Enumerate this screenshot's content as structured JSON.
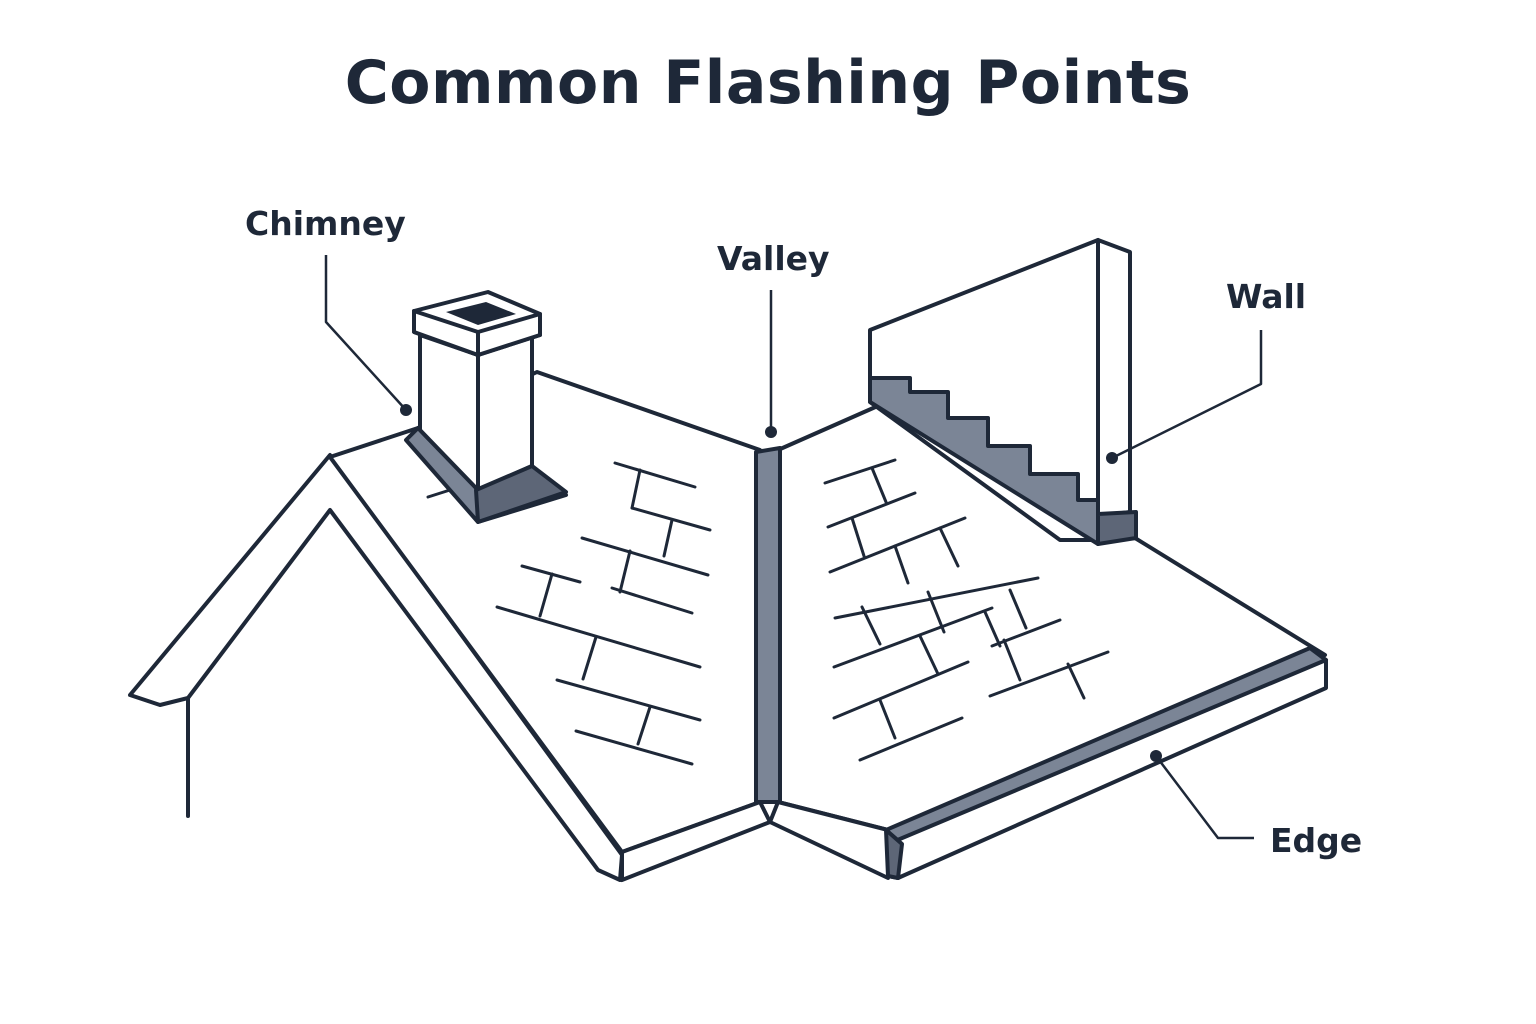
{
  "title": "Common Flashing Points",
  "callouts": {
    "chimney": "Chimney",
    "valley": "Valley",
    "wall": "Wall",
    "edge": "Edge"
  },
  "colors": {
    "ink": "#1e2838",
    "flashing_metal": "#7b8596",
    "background": "#ffffff"
  }
}
